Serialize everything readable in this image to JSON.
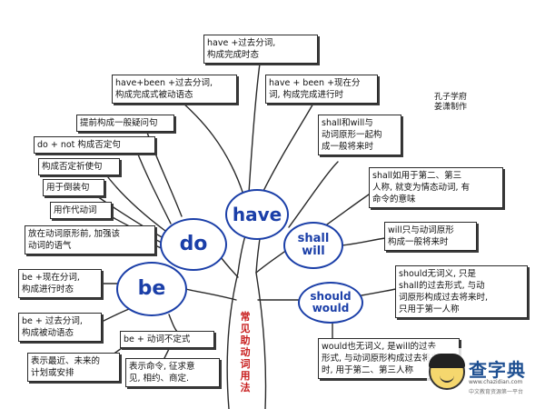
{
  "diagram": {
    "center_label": "常见\n助动\n词用\n法",
    "credit": "孔子学府\n姜潇制作",
    "colors": {
      "node_border": "#1b3fa8",
      "node_text": "#1b3fa8",
      "trunk_label": "#c81e1e",
      "branch": "#2a2a2a"
    },
    "nodes": {
      "have": "have",
      "do": "do",
      "be": "be",
      "shall_will": "shall\nwill",
      "should_would": "should\nwould"
    },
    "boxes": {
      "have_pp": "have +过去分词,\n构成完成时态",
      "have_been_pp": "have+been +过去分词,\n构成完成式被动语态",
      "have_been_ing": "have + been +现在分\n词, 构成完成进行时",
      "do_question": "提前构成一般疑问句",
      "do_not": "do + not  构成否定句",
      "do_neg_imperative": "构成否定祈使句",
      "do_inversion": "用于倒装句",
      "do_substitute": "用作代动词",
      "do_emphasis": "放在动词原形前, 加强该\n动词的语气",
      "be_ing": "be +现在分词,\n构成进行时态",
      "be_pp": "be + 过去分词,\n构成被动语态",
      "be_to": "be + 动词不定式",
      "be_to_future": "表示最近、未来的\n计划或安排",
      "be_to_command": "表示命令, 征求意\n见, 相约、商定.",
      "shall_will_future": "shall和will与\n动词原形一起构\n成一般将来时",
      "shall_modal": "shall如用于第二、第三\n人称, 就变为情态动词, 有\n命令的意味",
      "will_future": "will只与动词原形\n构成一般将来时",
      "should_past_future": "should无词义, 只是\nshall的过去形式, 与动\n词原形构成过去将来时,\n只用于第一人称",
      "would_past_future": "would也无词义, 是will的过去\n形式, 与动词原形构成过去将来\n时, 用于第二、第三人称"
    },
    "logo": {
      "name": "查字典",
      "url": "www.chazidian.com",
      "tagline": "中文教育资源第一平台"
    }
  }
}
